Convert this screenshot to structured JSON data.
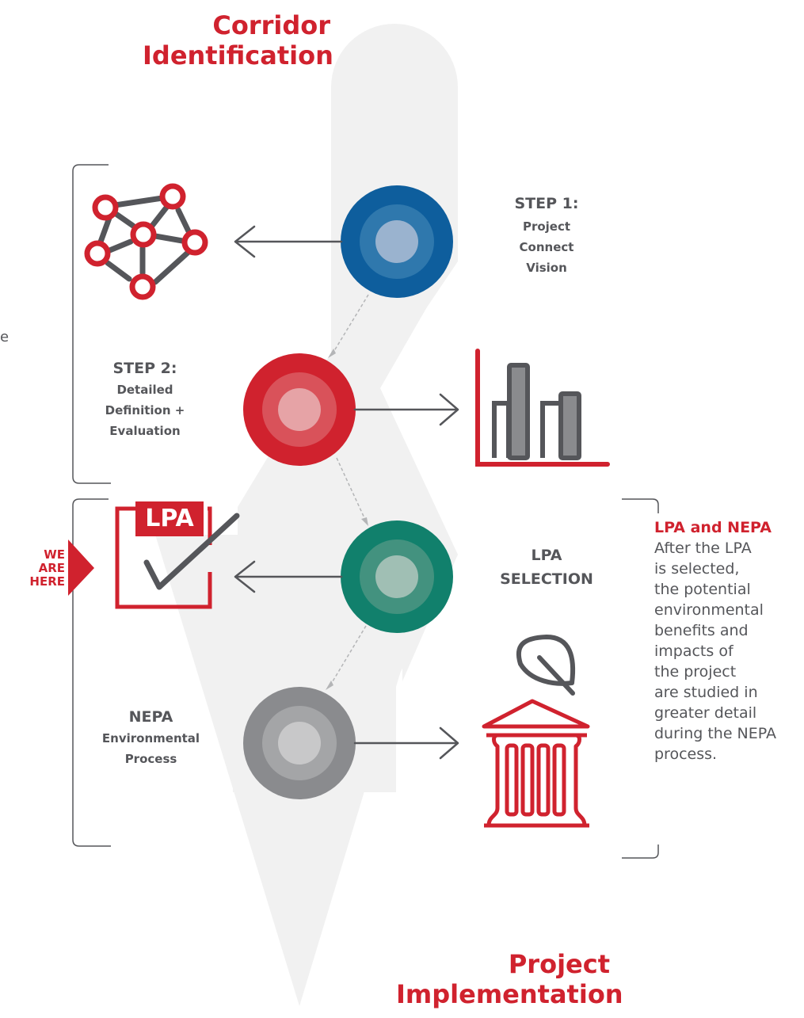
{
  "header": {
    "title_lines": [
      "Corridor",
      "Identification"
    ]
  },
  "footer": {
    "title_lines": [
      "Project",
      "Implementation"
    ]
  },
  "steps": {
    "step1": {
      "heading": "STEP 1:",
      "sub_lines": [
        "Project",
        "Connect",
        "Vision"
      ],
      "color": "#0e5e9d"
    },
    "step2": {
      "heading": "STEP 2:",
      "sub_lines": [
        "Detailed",
        "Definition +",
        "Evaluation"
      ],
      "color": "#d0222e"
    },
    "lpa": {
      "heading_lines": [
        "LPA",
        "SELECTION"
      ],
      "color": "#11806c"
    },
    "nepa": {
      "heading": "NEPA",
      "sub_lines": [
        "Environmental",
        "Process"
      ],
      "color": "#8a8b8e"
    }
  },
  "lpa_icon": {
    "label": "LPA"
  },
  "we_are_here": {
    "lines": [
      "WE",
      "ARE",
      "HERE"
    ]
  },
  "side_note": {
    "title": "LPA and NEPA",
    "body_lines": [
      "After the LPA",
      "is selected,",
      "the potential",
      "environmental",
      "benefits and",
      "impacts of",
      "the project",
      "are studied in",
      "greater detail",
      "during the NEPA",
      "process."
    ]
  },
  "left_edge_fragment": "e",
  "colors": {
    "accent_red": "#d0222e",
    "icon_gray": "#55565a",
    "path_gray": "#f1f1f1",
    "blue": "#0e5e9d",
    "green": "#11806c",
    "gray": "#8a8b8e"
  },
  "icons": [
    "network-icon",
    "bar-chart-icon",
    "lpa-checklist-icon",
    "leaf-building-icon",
    "arrow-icon"
  ]
}
